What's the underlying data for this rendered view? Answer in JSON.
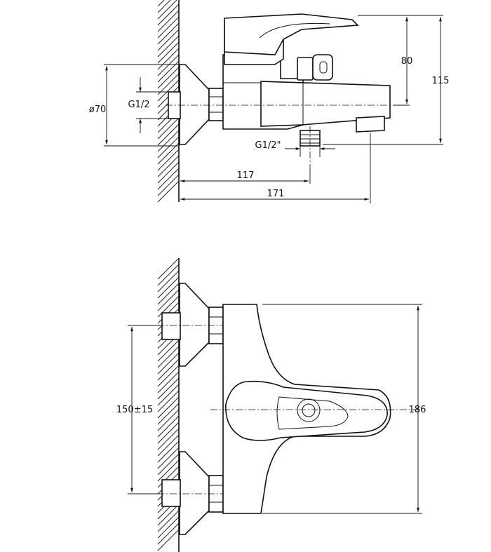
{
  "side_view": {
    "dia_flange": "ø70",
    "thread_inlet": "G1/2",
    "thread_outlet": "G1/2\"",
    "len_outlet": "117",
    "len_spout": "171",
    "height_outlet": "80",
    "height_total": "115"
  },
  "top_view": {
    "spacing": "150±15",
    "length": "186"
  },
  "colors": {
    "ink": "#111111",
    "paper": "#ffffff"
  }
}
